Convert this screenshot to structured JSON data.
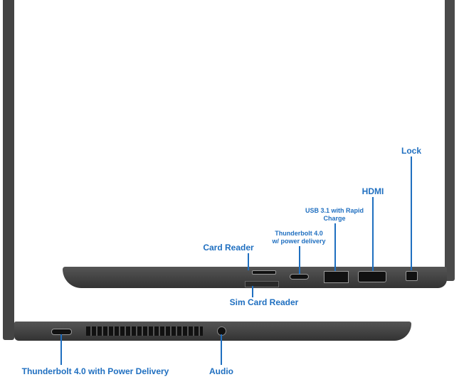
{
  "labels": {
    "lock": "Lock",
    "hdmi": "HDMI",
    "usb_line1": "USB 3.1 with Rapid",
    "usb_line2": "Charge",
    "tb_right_line1": "Thunderbolt 4.0",
    "tb_right_line2": "w/ power delivery",
    "card_reader": "Card Reader",
    "sim_card_reader": "Sim Card Reader",
    "tb_left": "Thunderbolt 4.0 with Power Delivery",
    "audio": "Audio"
  },
  "colors": {
    "label": "#1f6fc0",
    "chassis": "#3e3e3e"
  }
}
